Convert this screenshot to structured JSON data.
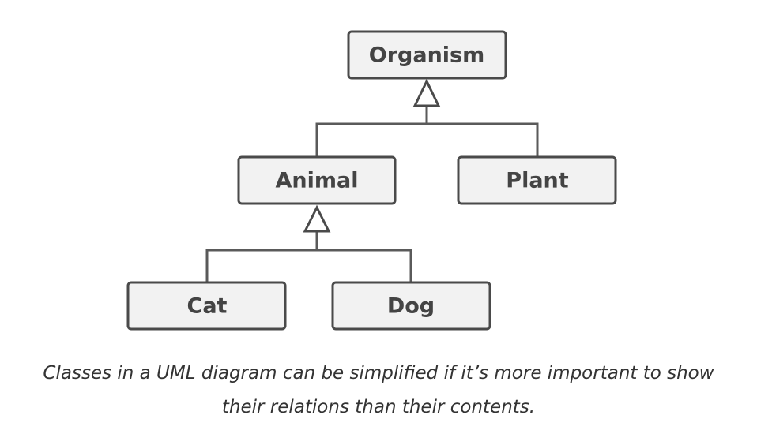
{
  "diagram": {
    "classes": {
      "organism": "Organism",
      "animal": "Animal",
      "plant": "Plant",
      "cat": "Cat",
      "dog": "Dog"
    }
  },
  "caption": {
    "line1": "Classes in a UML diagram can be simplified if it’s more important to show",
    "line2": "their relations than their contents."
  }
}
